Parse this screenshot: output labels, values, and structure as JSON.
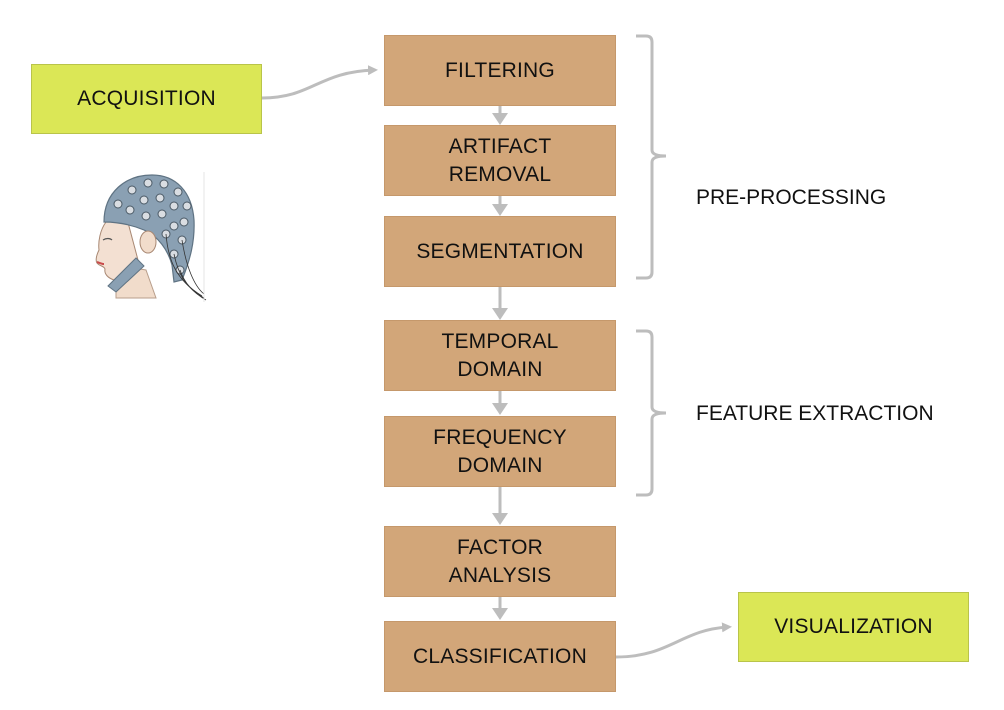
{
  "steps": {
    "filtering": "FILTERING",
    "artifact_removal": "ARTIFACT\nREMOVAL",
    "segmentation": "SEGMENTATION",
    "temporal_domain": "TEMPORAL\nDOMAIN",
    "frequency_domain": "FREQUENCY\nDOMAIN",
    "factor_analysis": "FACTOR\nANALYSIS",
    "classification": "CLASSIFICATION"
  },
  "endpoints": {
    "acquisition": "ACQUISITION",
    "visualization": "VISUALIZATION"
  },
  "groups": {
    "pre_processing": "PRE-PROCESSING",
    "feature_extraction": "FEATURE EXTRACTION"
  },
  "colors": {
    "step_fill": "#d2a679",
    "endpoint_fill": "#dbe756",
    "connector": "#bdbdbd"
  },
  "icons": {
    "eeg_head": "eeg-cap-head-illustration"
  }
}
